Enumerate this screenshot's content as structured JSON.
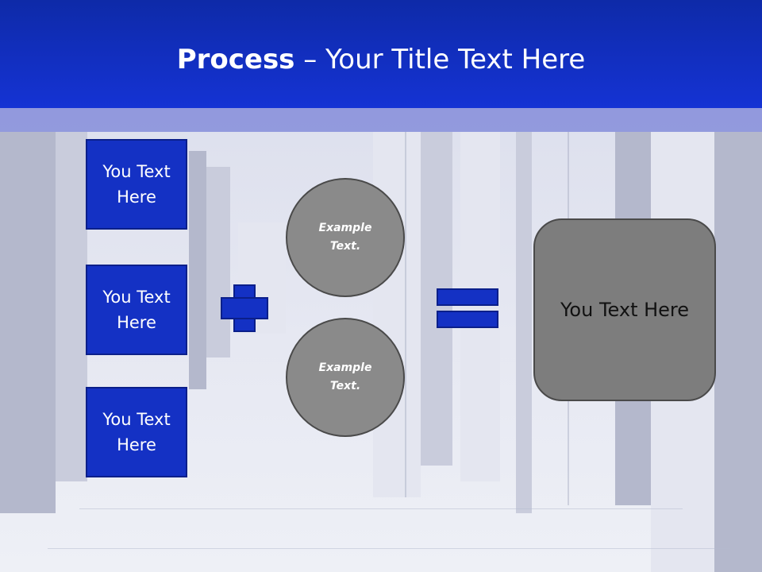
{
  "slide": {
    "title_bold": "Process",
    "title_rest": " – Your Title Text Here"
  },
  "left_boxes": [
    {
      "label": "You Text Here"
    },
    {
      "label": "You Text Here"
    },
    {
      "label": "You Text Here"
    }
  ],
  "circles": [
    {
      "label": "Example Text."
    },
    {
      "label": "Example Text."
    }
  ],
  "result": {
    "label": "You Text Here"
  },
  "icons": {
    "operator_1": "plus-icon",
    "operator_2": "equals-icon"
  },
  "colors": {
    "header": "#1533d4",
    "box_fill": "#1431c4",
    "circle_fill": "#8a8a8a",
    "result_fill": "#7d7d7d"
  }
}
